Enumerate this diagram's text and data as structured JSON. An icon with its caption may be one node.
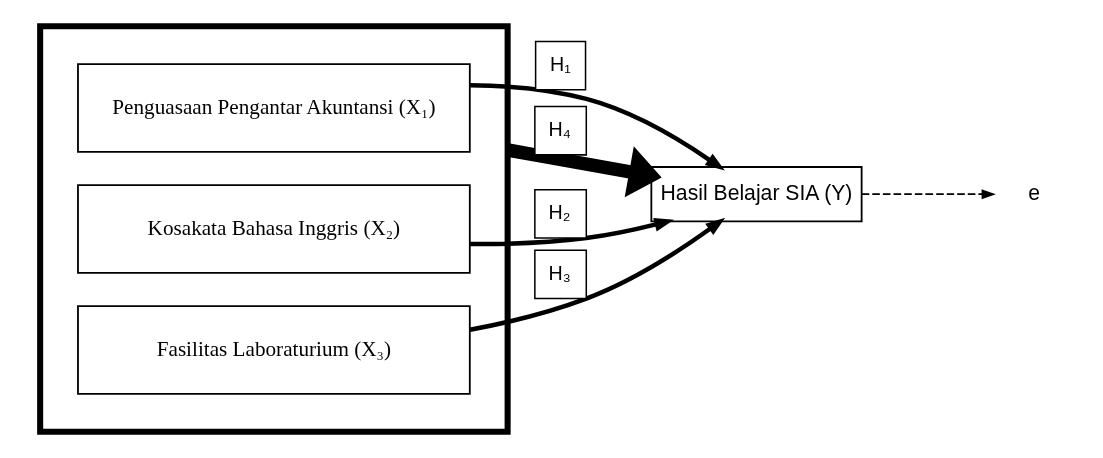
{
  "diagram": {
    "nodes": [
      {
        "text": [],
        "shape": "box"
      },
      {
        "text": [
          "Penguasaan Pengantar Akuntansi (X₁)"
        ],
        "in": 0
      },
      {
        "text": [
          "Kosakata Bahasa Inggris (X₂)"
        ],
        "in": 0
      },
      {
        "text": [
          "Fasilitas Laboraturium (X₃)"
        ],
        "in": 0
      },
      {
        "text": [
          "Hasil Belajar SIA (Y)"
        ]
      },
      {
        "text": [
          "e"
        ]
      }
    ],
    "edges": [
      {
        "from": 1,
        "to": 4,
        "arrow": "to",
        "label": "H₁"
      },
      {
        "from": 2,
        "to": 4,
        "arrow": "to",
        "label": "H₂"
      },
      {
        "from": 3,
        "to": 4,
        "arrow": "to",
        "label": "H₃"
      },
      {
        "from": 0,
        "to": 4,
        "arrow": "to",
        "label": "H₄",
        "style": "thick"
      },
      {
        "from": 4,
        "to": 5,
        "arrow": "to",
        "style": "dashed"
      }
    ]
  }
}
